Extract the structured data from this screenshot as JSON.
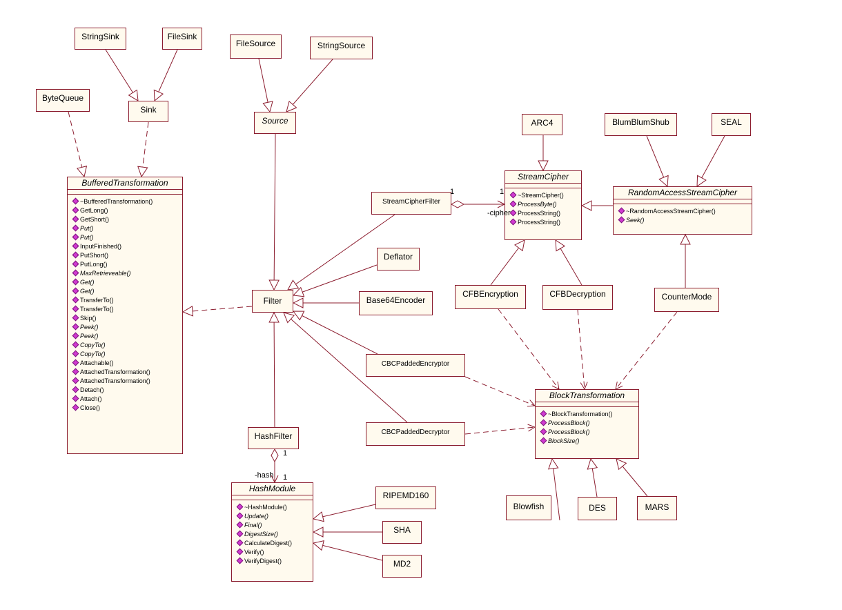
{
  "colors": {
    "border": "#8b1c2e",
    "fill": "#fffaee",
    "op_icon": "#d13ad1"
  },
  "classes": {
    "string_sink": {
      "name": "StringSink"
    },
    "file_sink": {
      "name": "FileSink"
    },
    "file_source": {
      "name": "FileSource"
    },
    "string_source": {
      "name": "StringSource"
    },
    "byte_queue": {
      "name": "ByteQueue"
    },
    "sink": {
      "name": "Sink"
    },
    "source": {
      "name": "Source"
    },
    "arc4": {
      "name": "ARC4"
    },
    "blum_blum_shub": {
      "name": "BlumBlumShub"
    },
    "seal": {
      "name": "SEAL"
    },
    "stream_cipher_filter": {
      "name": "StreamCipherFilter"
    },
    "deflator": {
      "name": "Deflator"
    },
    "base64_encoder": {
      "name": "Base64Encoder"
    },
    "filter": {
      "name": "Filter"
    },
    "cfb_encryption": {
      "name": "CFBEncryption"
    },
    "cfb_decryption": {
      "name": "CFBDecryption"
    },
    "counter_mode": {
      "name": "CounterMode"
    },
    "cbc_padded_encryptor": {
      "name": "CBCPaddedEncryptor"
    },
    "cbc_padded_decryptor": {
      "name": "CBCPaddedDecryptor"
    },
    "hash_filter": {
      "name": "HashFilter"
    },
    "ripemd160": {
      "name": "RIPEMD160"
    },
    "sha": {
      "name": "SHA"
    },
    "md2": {
      "name": "MD2"
    },
    "blowfish": {
      "name": "Blowfish"
    },
    "des": {
      "name": "DES"
    },
    "mars": {
      "name": "MARS"
    },
    "buffered_transformation": {
      "name": "BufferedTransformation",
      "ops": [
        {
          "label": "~BufferedTransformation()",
          "abstract": false
        },
        {
          "label": "GetLong()",
          "abstract": false
        },
        {
          "label": "GetShort()",
          "abstract": false
        },
        {
          "label": "Put()",
          "abstract": true
        },
        {
          "label": "Put()",
          "abstract": true
        },
        {
          "label": "InputFinished()",
          "abstract": false
        },
        {
          "label": "PutShort()",
          "abstract": false
        },
        {
          "label": "PutLong()",
          "abstract": false
        },
        {
          "label": "MaxRetrieveable()",
          "abstract": true
        },
        {
          "label": "Get()",
          "abstract": true
        },
        {
          "label": "Get()",
          "abstract": true
        },
        {
          "label": "TransferTo()",
          "abstract": false
        },
        {
          "label": "TransferTo()",
          "abstract": false
        },
        {
          "label": "Skip()",
          "abstract": false
        },
        {
          "label": "Peek()",
          "abstract": true
        },
        {
          "label": "Peek()",
          "abstract": true
        },
        {
          "label": "CopyTo()",
          "abstract": true
        },
        {
          "label": "CopyTo()",
          "abstract": true
        },
        {
          "label": "Attachable()",
          "abstract": false
        },
        {
          "label": "AttachedTransformation()",
          "abstract": false
        },
        {
          "label": "AttachedTransformation()",
          "abstract": false
        },
        {
          "label": "Detach()",
          "abstract": false
        },
        {
          "label": "Attach()",
          "abstract": false
        },
        {
          "label": "Close()",
          "abstract": false
        }
      ]
    },
    "stream_cipher": {
      "name": "StreamCipher",
      "ops": [
        {
          "label": "~StreamCipher()",
          "abstract": false
        },
        {
          "label": "ProcessByte()",
          "abstract": true
        },
        {
          "label": "ProcessString()",
          "abstract": false
        },
        {
          "label": "ProcessString()",
          "abstract": false
        }
      ]
    },
    "random_access_stream_cipher": {
      "name": "RandomAccessStreamCipher",
      "ops": [
        {
          "label": "~RandomAccessStreamCipher()",
          "abstract": false
        },
        {
          "label": "Seek()",
          "abstract": true
        }
      ]
    },
    "block_transformation": {
      "name": "BlockTransformation",
      "ops": [
        {
          "label": "~BlockTransformation()",
          "abstract": false
        },
        {
          "label": "ProcessBlock()",
          "abstract": true
        },
        {
          "label": "ProcessBlock()",
          "abstract": true
        },
        {
          "label": "BlockSize()",
          "abstract": true
        }
      ]
    },
    "hash_module": {
      "name": "HashModule",
      "ops": [
        {
          "label": "~HashModule()",
          "abstract": false
        },
        {
          "label": "Update()",
          "abstract": true
        },
        {
          "label": "Final()",
          "abstract": true
        },
        {
          "label": "DigestSize()",
          "abstract": true
        },
        {
          "label": "CalculateDigest()",
          "abstract": false
        },
        {
          "label": "Verify()",
          "abstract": false
        },
        {
          "label": "VerifyDigest()",
          "abstract": false
        }
      ]
    }
  },
  "edge_labels": {
    "cipher_mult_src": "1",
    "cipher_mult_dst": "1",
    "cipher_role": "-cipher",
    "hash_mult_src": "1",
    "hash_mult_dst": "1",
    "hash_role": "-hash"
  }
}
